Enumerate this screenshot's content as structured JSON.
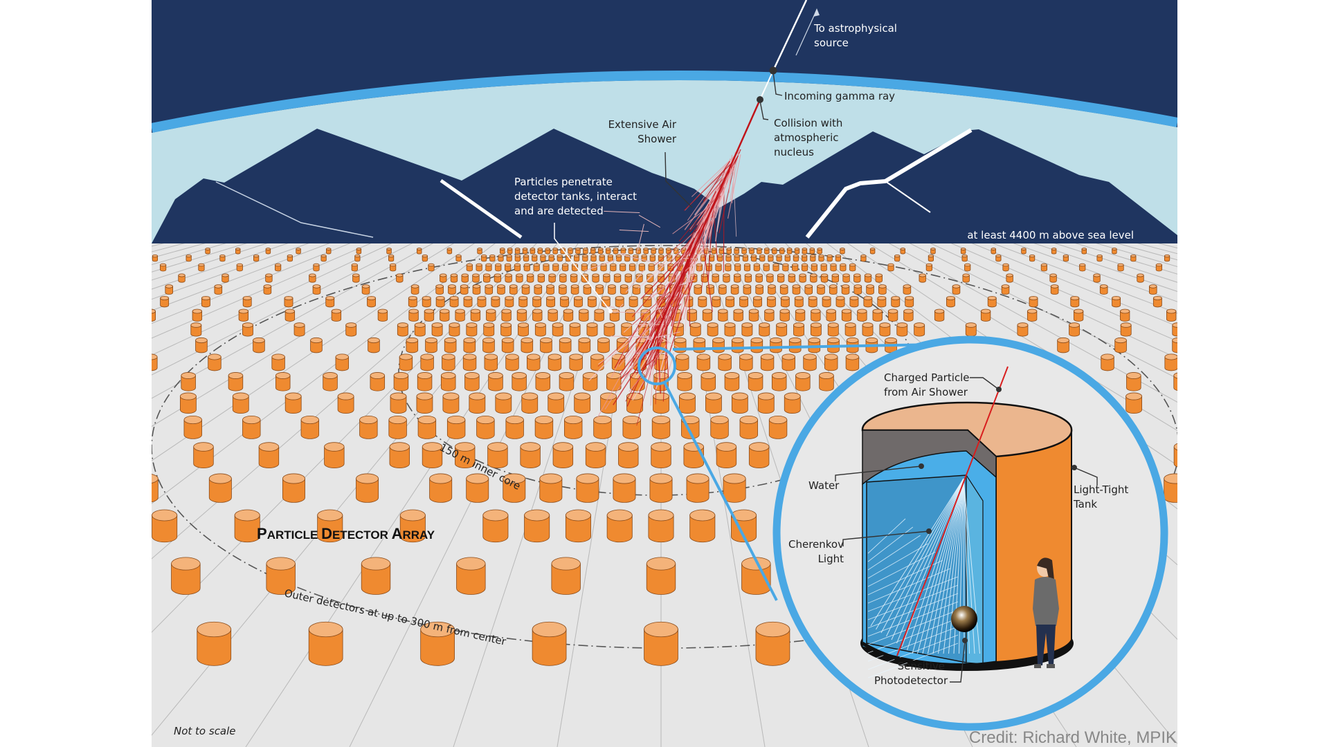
{
  "colors": {
    "sky": "#1f3560",
    "atmosphere": "#bfdfe8",
    "atmosphere_edge": "#4aa8e4",
    "ground": "#e6e6e6",
    "tank_orange": "#ef8a30",
    "tank_top": "#f4b37a",
    "shower_red": "#c0141a",
    "water": "#4aaee8"
  },
  "sky_labels": {
    "source": [
      "To astrophysical",
      "source"
    ],
    "gamma": "Incoming gamma ray",
    "collision": [
      "Collision with",
      "atmospheric",
      "nucleus"
    ],
    "shower": [
      "Extensive Air",
      "Shower"
    ],
    "particles": [
      "Particles penetrate",
      "detector tanks, interact",
      "and are detected"
    ],
    "altitude": "at least 4400 m above sea level"
  },
  "field_labels": {
    "array_title_first": "P",
    "array_title_rest_1": "ARTICLE ",
    "array_title_d": "D",
    "array_title_rest_2": "ETECTOR ",
    "array_title_a": "A",
    "array_title_rest_3": "RRAY",
    "inner_core": "150 m inner core",
    "outer": "Outer detectors at up to 300 m from center",
    "scale_note": "Not to scale",
    "credit": "Credit: Richard White, MPIK"
  },
  "inset_labels": {
    "charged": [
      "Charged Particle",
      "from Air Shower"
    ],
    "water": "Water",
    "tank": [
      "Light-Tight",
      "Tank"
    ],
    "cherenkov": [
      "Cherenkov",
      "Light"
    ],
    "photodetector": [
      "Sensitive",
      "Photodetector"
    ]
  }
}
